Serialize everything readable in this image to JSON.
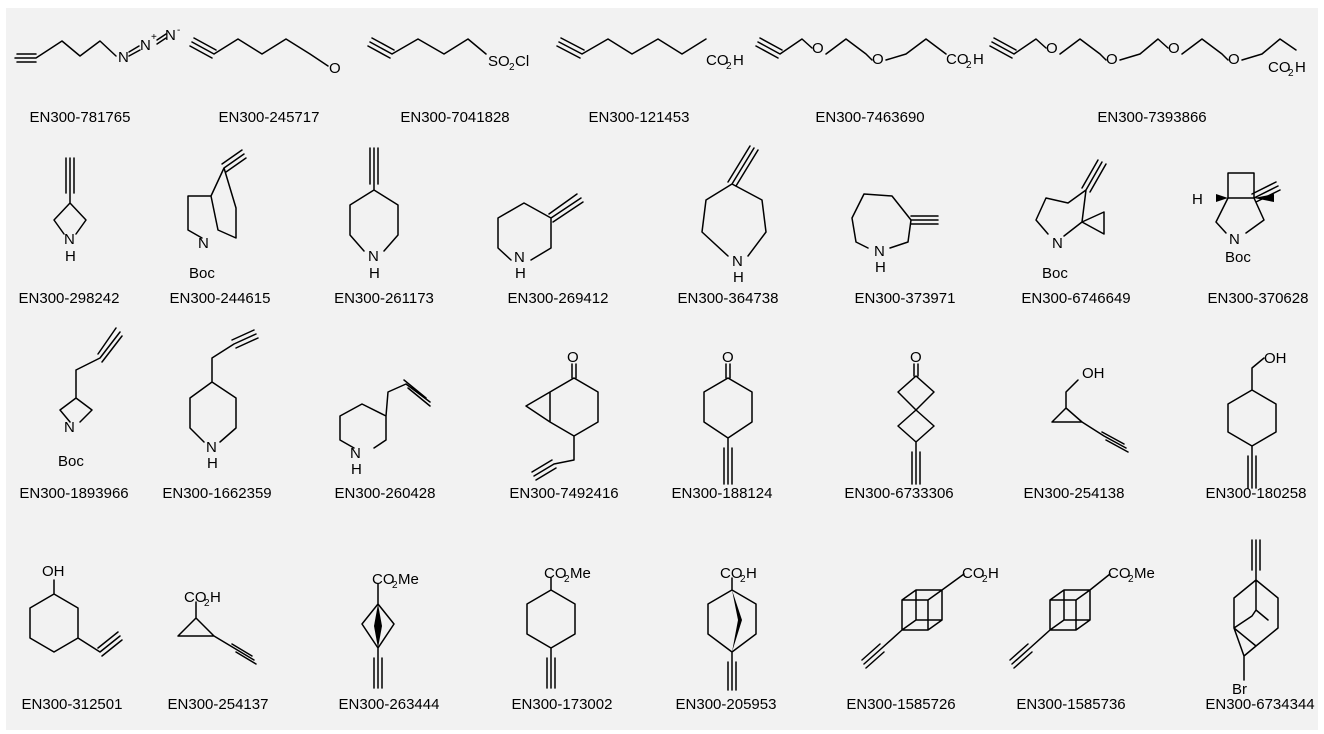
{
  "compounds": [
    {
      "id": "EN300-781765"
    },
    {
      "id": "EN300-245717"
    },
    {
      "id": "EN300-7041828"
    },
    {
      "id": "EN300-121453"
    },
    {
      "id": "EN300-7463690"
    },
    {
      "id": "EN300-7393866"
    },
    {
      "id": "EN300-298242"
    },
    {
      "id": "EN300-244615"
    },
    {
      "id": "EN300-261173"
    },
    {
      "id": "EN300-269412"
    },
    {
      "id": "EN300-364738"
    },
    {
      "id": "EN300-373971"
    },
    {
      "id": "EN300-6746649"
    },
    {
      "id": "EN300-370628"
    },
    {
      "id": "EN300-1893966"
    },
    {
      "id": "EN300-1662359"
    },
    {
      "id": "EN300-260428"
    },
    {
      "id": "EN300-7492416"
    },
    {
      "id": "EN300-188124"
    },
    {
      "id": "EN300-6733306"
    },
    {
      "id": "EN300-254138"
    },
    {
      "id": "EN300-180258"
    },
    {
      "id": "EN300-312501"
    },
    {
      "id": "EN300-254137"
    },
    {
      "id": "EN300-263444"
    },
    {
      "id": "EN300-173002"
    },
    {
      "id": "EN300-205953"
    },
    {
      "id": "EN300-1585726"
    },
    {
      "id": "EN300-1585736"
    },
    {
      "id": "EN300-6734344"
    }
  ],
  "atoms": {
    "N": "N",
    "N_plus": "N",
    "plus": "+",
    "N_minus": "N",
    "minus": "-",
    "O": "O",
    "S": "S",
    "O2": "O",
    "sub2": "2",
    "Cl": "Cl",
    "CO2H_C": "CO",
    "CO2H_H": "H",
    "CO2Me_Me": "Me",
    "NH_N": "N",
    "NH_H": "H",
    "Boc": "Boc",
    "OH": "OH",
    "H": "H",
    "Br": "Br"
  }
}
